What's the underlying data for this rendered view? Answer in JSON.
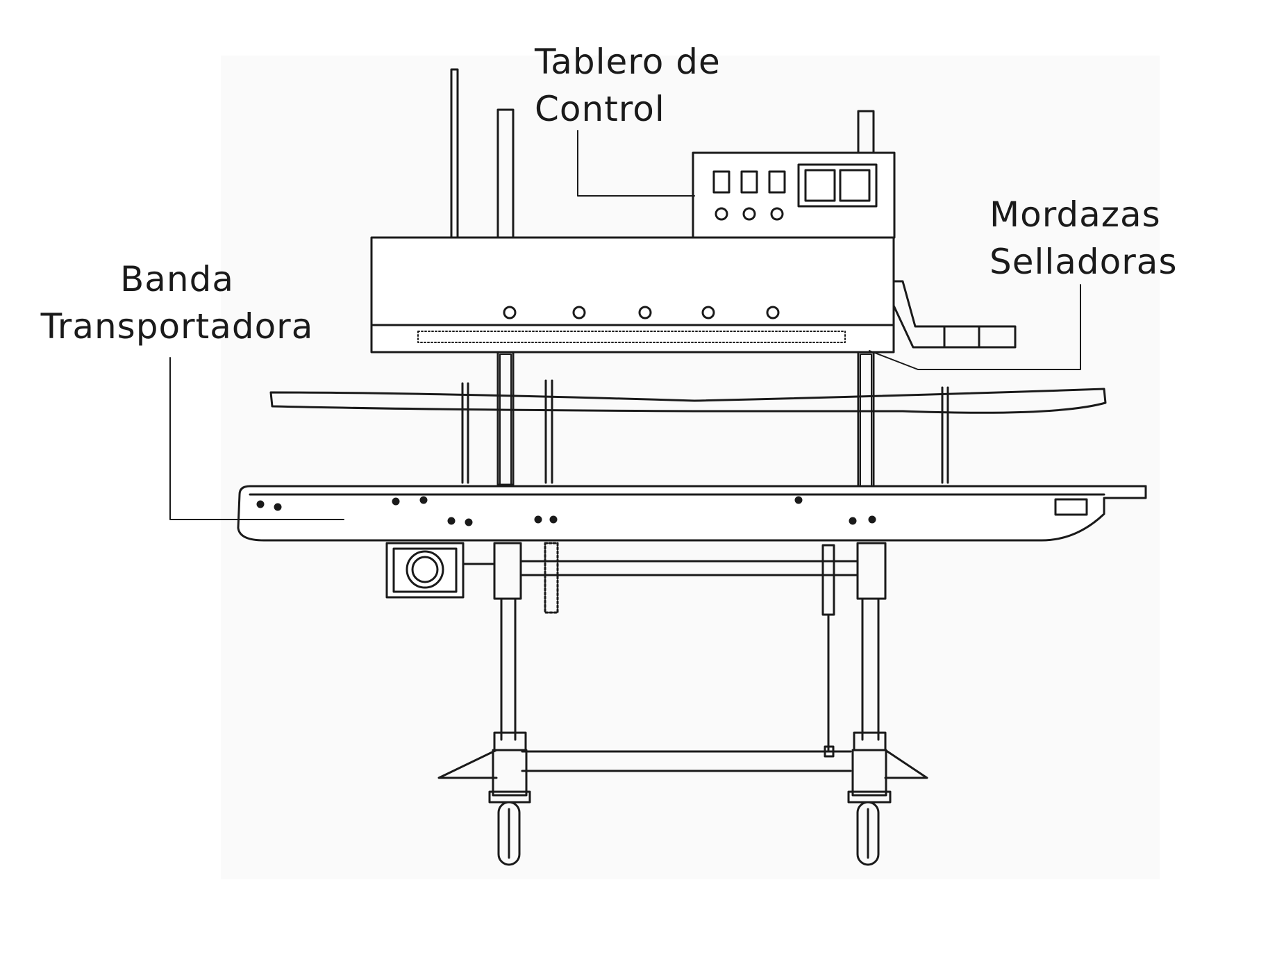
{
  "labels": {
    "banda": {
      "line1": "Banda",
      "line2": "Transportadora"
    },
    "tablero": {
      "line1": "Tablero de",
      "line2": "Control"
    },
    "mordazas": {
      "line1": "Mordazas",
      "line2": "Selladoras"
    }
  },
  "colors": {
    "ink": "#1a1a1a",
    "paper": "#ffffff",
    "panel_bg": "#fafafa"
  }
}
